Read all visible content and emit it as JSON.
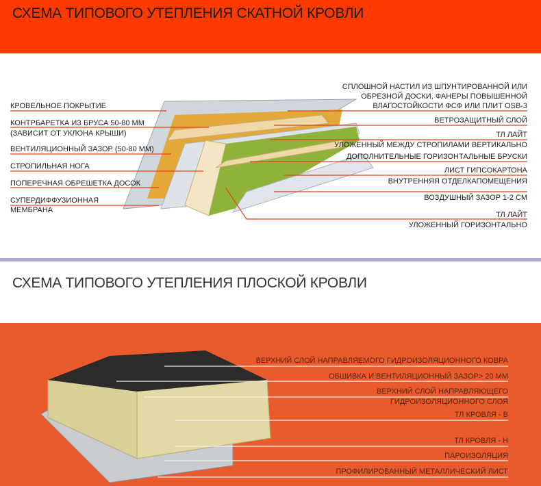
{
  "pitched": {
    "title": "СХЕМА ТИПОВОГО УТЕПЛЕНИЯ СКАТНОЙ КРОВЛИ",
    "left_labels": [
      {
        "lines": [
          "КРОВЕЛЬНОЕ ПОКРЫТИЕ"
        ]
      },
      {
        "lines": [
          "КОНТРБАРЕТКА ИЗ БРУСА 50-80 ММ",
          "(ЗАВИСИТ ОТ УКЛОНА КРЫШИ)"
        ]
      },
      {
        "lines": [
          "ВЕНТИЛЯЦИОННЫЙ ЗАЗОР (50-80 ММ)"
        ]
      },
      {
        "lines": [
          "СТРОПИЛЬНАЯ НОГА"
        ]
      },
      {
        "lines": [
          "ПОПЕРЕЧНАЯ ОБРЕШЕТКА ДОСОК"
        ]
      },
      {
        "lines": [
          "СУПЕРДИФФУЗИОННАЯ",
          "МЕМБРАНА"
        ]
      }
    ],
    "right_labels": [
      {
        "lines": [
          "СПЛОШНОЙ НАСТИЛ ИЗ ШПУНТИРОВАННОЙ ИЛИ",
          "ОБРЕЗНОЙ ДОСКИ, ФАНЕРЫ ПОВЫШЕННОЙ",
          "ВЛАГОСТОЙКОСТИ ФСФ ИЛИ ПЛИТ OSB-3"
        ]
      },
      {
        "lines": [
          "ВЕТРОЗАЩИТНЫЙ СЛОЙ"
        ]
      },
      {
        "lines": [
          "ТЛ ЛАЙТ",
          "УЛОЖЕННЫЙ МЕЖДУ СТРОПИЛАМИ ВЕРТИКАЛЬНО"
        ]
      },
      {
        "lines": [
          "ДОПОЛНИТЕЛЬНЫЕ ГОРИЗОНТАЛЬНЫЕ БРУСКИ"
        ]
      },
      {
        "lines": [
          "ЛИСТ ГИПСОКАРТОНА",
          "ВНУТРЕННЯЯ ОТДЕЛКАПОМЕЩЕНИЯ"
        ]
      },
      {
        "lines": [
          "ВОЗДУШНЫЙ ЗАЗОР 1-2 СМ"
        ]
      },
      {
        "lines": [
          "ТЛ ЛАЙТ",
          "УЛОЖЕННЫЙ ГОРИЗОНТАЛЬНО"
        ]
      }
    ]
  },
  "flat": {
    "title": "СХЕМА ТИПОВОГО УТЕПЛЕНИЯ ПЛОСКОЙ КРОВЛИ",
    "labels": [
      {
        "lines": [
          "ВЕРХНИЙ СЛОЙ НАПРАВЛЯЕМОГО ГИДРОИЗОЛЯЦИОННОГО КОВРА"
        ]
      },
      {
        "lines": [
          "ОБШИВКА И ВЕНТИЛЯЦИОННЫЙ ЗАЗОР> 20 ММ"
        ]
      },
      {
        "lines": [
          "ВЕРХНИЙ СЛОЙ НАПРАВЛЯЮЩЕГО",
          "ГИДРОИЗОЛЯЦИОННОГО СЛОЯ"
        ]
      },
      {
        "lines": [
          "ТЛ КРОВЛЯ - В"
        ]
      },
      {
        "lines": [
          "ТЛ КРОВЛЯ - Н"
        ]
      },
      {
        "lines": [
          "ПАРОИЗОЛЯЦИЯ"
        ]
      },
      {
        "lines": [
          "ПРОФИЛИРОВАННЫЙ МЕТАЛЛИЧЕСКИЙ ЛИСТ"
        ]
      }
    ]
  },
  "colors": {
    "banner": "#ff3a00",
    "divider": "#a9a9d6",
    "flat_bg": "#e95a2c",
    "leader": "#e8401c"
  }
}
